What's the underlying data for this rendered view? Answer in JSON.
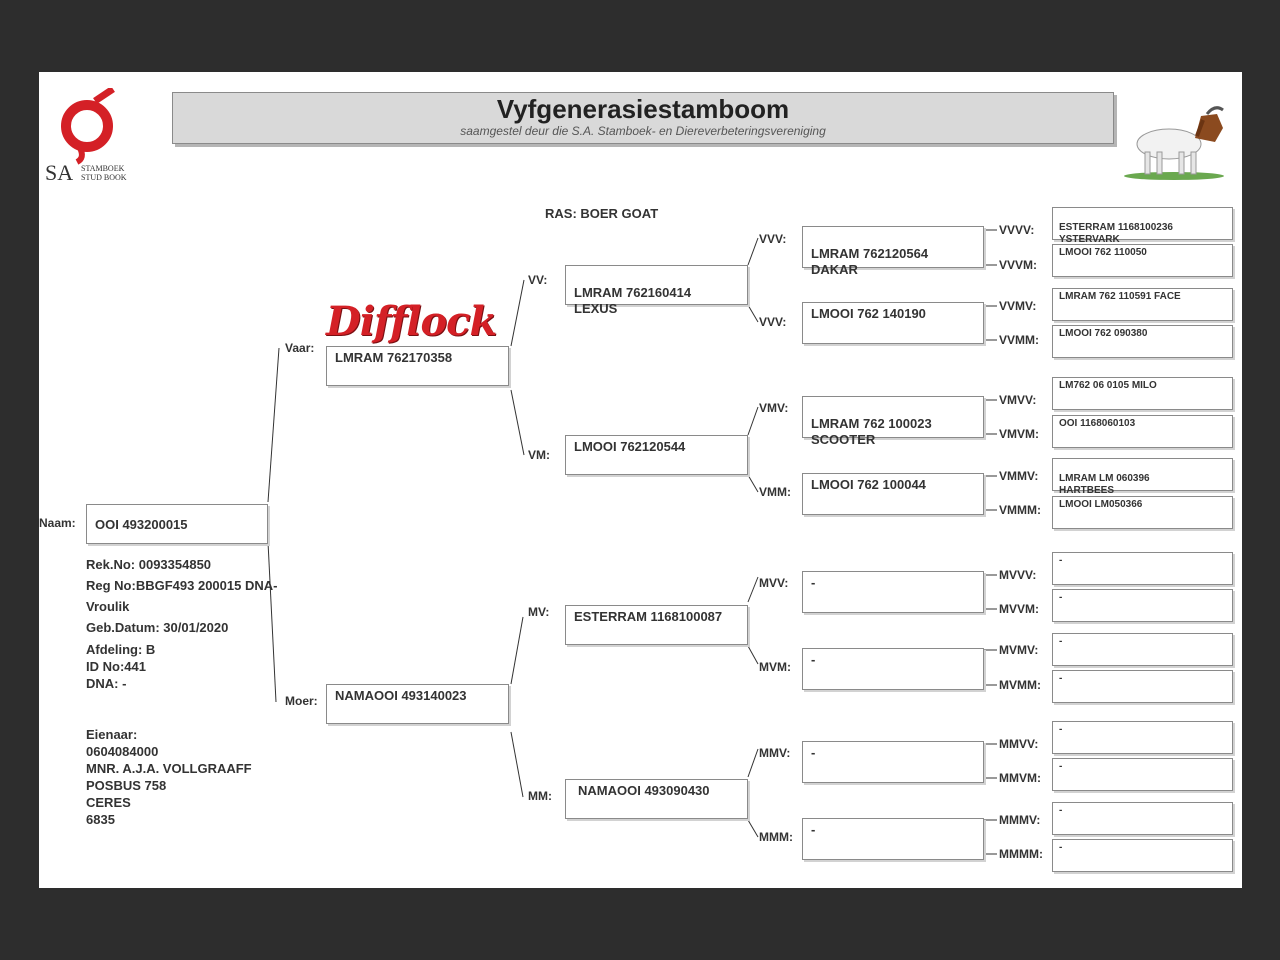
{
  "header": {
    "title": "Vyfgenerasiestamboom",
    "subtitle": "saamgestel deur die S.A. Stamboek- en Diereverbeteringsvereniging",
    "logo_brand": "SA",
    "logo_text_1": "STAMBOEK",
    "logo_text_2": "STUD BOOK",
    "breed": "RAS: BOER GOAT",
    "stud_logo": "Difflock"
  },
  "animal": {
    "name_label": "Naam:",
    "name": "OOI 493200015",
    "details": [
      "Rek.No: 0093354850",
      "Reg No:BBGF493 200015 DNA-",
      "Vroulik",
      "Geb.Datum: 30/01/2020",
      "Afdeling: B"
    ],
    "details2": [
      "ID No:441",
      "DNA: -"
    ]
  },
  "owner": {
    "lines": [
      "Eienaar:",
      "0604084000",
      "MNR. A.J.A. VOLLGRAAFF",
      "POSBUS 758",
      "CERES",
      "6835"
    ]
  },
  "pedigree": {
    "sire": {
      "label": "Vaar:",
      "value": "LMRAM 762170358"
    },
    "dam": {
      "label": "Moer:",
      "value": "NAMAOOI 493140023"
    },
    "gen2": [
      {
        "label": "VV:",
        "value": "LMRAM 762160414\nLEXUS"
      },
      {
        "label": "VM:",
        "value": "LMOOI 762120544"
      },
      {
        "label": "MV:",
        "value": "ESTERRAM 1168100087"
      },
      {
        "label": "MM:",
        "value": "NAMAOOI 493090430"
      }
    ],
    "gen3": [
      {
        "label": "VVV:",
        "value": "LMRAM 762120564\nDAKAR"
      },
      {
        "label": "VVV:",
        "value": "LMOOI 762 140190"
      },
      {
        "label": "VMV:",
        "value": "LMRAM 762 100023\nSCOOTER"
      },
      {
        "label": "VMM:",
        "value": "LMOOI 762 100044"
      },
      {
        "label": "MVV:",
        "value": "-"
      },
      {
        "label": "MVM:",
        "value": "-"
      },
      {
        "label": "MMV:",
        "value": "-"
      },
      {
        "label": "MMM:",
        "value": "-"
      }
    ],
    "gen4": [
      {
        "label": "VVVV:",
        "value": "ESTERRAM 1168100236\nYSTERVARK"
      },
      {
        "label": "VVVM:",
        "value": "LMOOI 762 110050"
      },
      {
        "label": "VVMV:",
        "value": "LMRAM 762 110591 FACE"
      },
      {
        "label": "VVMM:",
        "value": "LMOOI 762 090380"
      },
      {
        "label": "VMVV:",
        "value": "LM762 06 0105 MILO"
      },
      {
        "label": "VMVM:",
        "value": "OOI 1168060103"
      },
      {
        "label": "VMMV:",
        "value": "LMRAM LM 060396\nHARTBEES"
      },
      {
        "label": "VMMM:",
        "value": "LMOOI LM050366"
      },
      {
        "label": "MVVV:",
        "value": "-"
      },
      {
        "label": "MVVM:",
        "value": "-"
      },
      {
        "label": "MVMV:",
        "value": "-"
      },
      {
        "label": "MVMM:",
        "value": "-"
      },
      {
        "label": "MMVV:",
        "value": "-"
      },
      {
        "label": "MMVM:",
        "value": "-"
      },
      {
        "label": "MMMV:",
        "value": "-"
      },
      {
        "label": "MMMM:",
        "value": "-"
      }
    ]
  },
  "colors": {
    "logo_red": "#d42026",
    "banner_bg": "#d9d9d9",
    "page_bg": "#2d2d2d"
  }
}
